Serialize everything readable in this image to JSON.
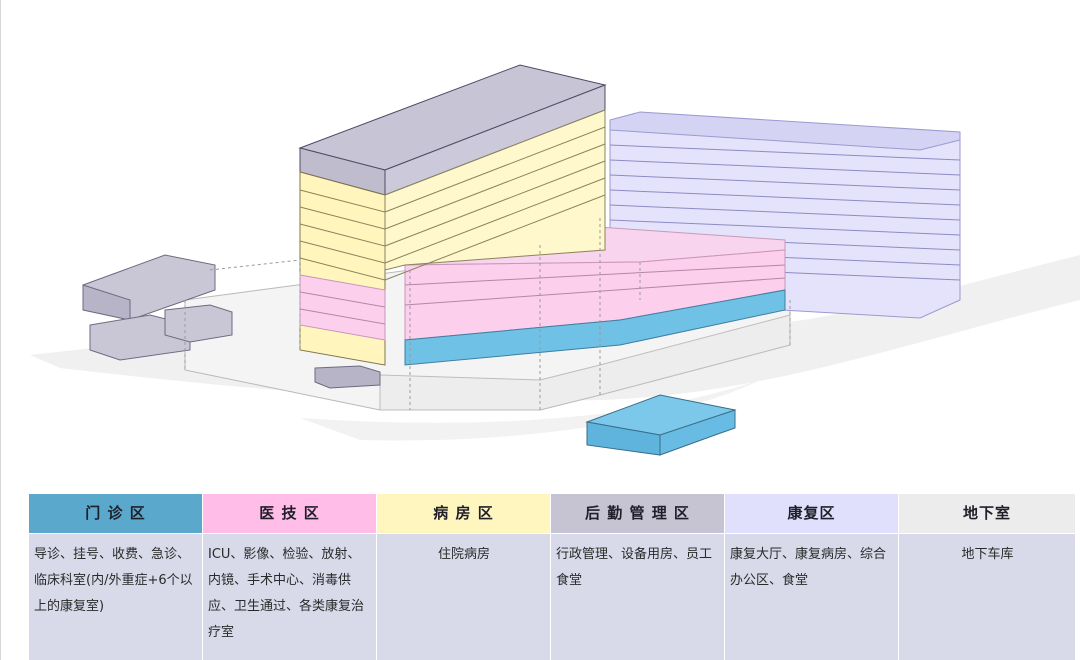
{
  "zones": [
    {
      "name": "门 诊 区",
      "color": "#5aa8cc",
      "text": "导诊、挂号、收费、急诊、临床科室(内/外重症+6个以上的康复室)",
      "align": "left"
    },
    {
      "name": "医 技 区",
      "color": "#ffbde8",
      "text": "ICU、影像、检验、放射、内镜、手术中心、消毒供应、卫生通过、各类康复治疗室",
      "align": "left"
    },
    {
      "name": "病 房 区",
      "color": "#fff6bf",
      "text": "住院病房",
      "align": "center"
    },
    {
      "name": "后 勤 管 理 区",
      "color": "#c6c3d2",
      "text": "行政管理、设备用房、员工食堂",
      "align": "left"
    },
    {
      "name": "康复区",
      "color": "#e0e0fc",
      "text": "康复大厅、康复病房、综合办公区、食堂",
      "align": "left"
    },
    {
      "name": "地下室",
      "color": "#ececec",
      "text": "地下车库",
      "align": "center"
    }
  ]
}
